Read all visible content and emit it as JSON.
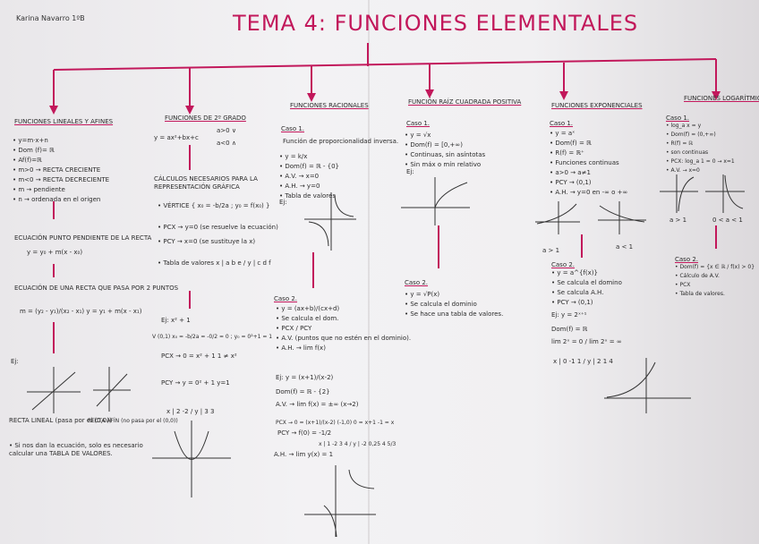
{
  "header": {
    "author": "Karina Navarro 1ºB",
    "title": "TEMA 4: FUNCIONES ELEMENTALES"
  },
  "columns": [
    {
      "heading": "FUNCIONES LINEALES Y AFINES",
      "items": [
        "y=m·x+n",
        "Dom (f)= ℝ",
        "Af(f)=ℝ",
        "m>0 → RECTA CRECIENTE",
        "m<0 → RECTA DECRECIENTE",
        "m → pendiente",
        "n → ordenada en el origen"
      ],
      "eq_title": "ECUACIÓN PUNTO PENDIENTE DE LA RECTA",
      "eq1": "y = y₀ + m(x - x₀)",
      "eq2_title": "ECUACIÓN DE UNA RECTA QUE PASA POR 2 PUNTOS",
      "eq2": "m = (y₂ - y₁)/(x₂ - x₁)   y = y₁ + m(x - x₁)",
      "ej": "Ej:",
      "label_a": "RECTA LINEAL (pasa por el (0,0))",
      "label_b": "RECTA AFÍN (no pasa por el (0,0))",
      "note": "• Si nos dan la ecuación, solo es necesario calcular una TABLA DE VALORES."
    },
    {
      "heading": "FUNCIONES DE 2º GRADO",
      "form": "y = ax²+bx+c",
      "a_pos": "a>0 ∨",
      "a_neg": "a<0 ∧",
      "calc_title": "CÁLCULOS NECESARIOS PARA LA REPRESENTACIÓN GRÁFICA",
      "vertex": "• VÉRTICE { x₀ = -b/2a ; y₀ = f(x₀) }",
      "pcx": "• PCX → y=0 (se resuelve la ecuación)",
      "pcy": "• PCY → x=0 (se sustituye la x)",
      "table": "• Tabla de valores  x | a b e / y | c d f",
      "ej": "Ej: x² + 1",
      "ej_v": "V (0,1)  x₀ = -b/2a = -0/2 = 0 ; y₀ = 0²+1 = 1",
      "ej_pcx": "PCX → 0 = x² + 1  1 ≠ x²",
      "ej_pcy": "PCY → y = 0² + 1  y=1",
      "ej_table": "x | 2 -2 / y | 3 3"
    },
    {
      "heading": "FUNCIONES RACIONALES",
      "caso1": "Caso 1.",
      "caso1_desc": "Función de proporcionalidad inversa.",
      "caso1_items": [
        "y = k/x",
        "Dom(f) = ℝ - {0}",
        "A.V. → x=0",
        "A.H. → y=0",
        "Tabla de valores"
      ],
      "ej": "Ej:",
      "caso2": "Caso 2.",
      "caso2_items": [
        "y = (ax+b)/(cx+d)",
        "Se calcula el dom.",
        "PCX / PCY",
        "A.V. (puntos que no estén en el dominio).",
        "A.H. → lim f(x)"
      ],
      "ej2": "Ej: y = (x+1)/(x-2)",
      "ej2_dom": "Dom(f) = ℝ - {2}",
      "ej2_av": "A.V. → lim f(x) = ±∞ (x→2)",
      "ej2_pcx": "PCX → 0 = (x+1)/(x-2)  (-1,0)  0 = x+1  -1 = x",
      "ej2_pcy": "PCY → f(0) = -1/2",
      "ej2_table": "x | 1 -2 3 4 / y | -2 0,25 4 5/3",
      "ej2_ah": "A.H. → lim y(x) = 1"
    },
    {
      "heading": "FUNCIÓN RAÍZ CUADRADA POSITIVA",
      "caso1": "Caso 1.",
      "caso1_items": [
        "y = √x",
        "Dom(f) = [0,+∞)",
        "Continuas, sin asíntotas",
        "Sin máx o mín relativo"
      ],
      "ej": "Ej:",
      "caso2": "Caso 2.",
      "caso2_items": [
        "y = √P(x)",
        "Se calcula el dominio",
        "Se hace una tabla de valores."
      ]
    },
    {
      "heading": "FUNCIONES EXPONENCIALES",
      "caso1": "Caso 1.",
      "caso1_items": [
        "y = aˣ",
        "Dom(f) = ℝ",
        "R(f) = ℝ⁺",
        "Funciones continuas",
        "a>0 → a≠1",
        "PCY → (0,1)",
        "A.H. → y=0 en -∞ o +∞"
      ],
      "g1": "a > 1",
      "g2": "a < 1",
      "caso2": "Caso 2.",
      "caso2_items": [
        "y = a^{f(x)}",
        "Se calcula el domino",
        "Se calcula A.H.",
        "PCY → (0,1)"
      ],
      "ej": "Ej: y = 2ˣ⁺¹",
      "ej_dom": "Dom(f) = ℝ",
      "ej_lim": "lim 2ˣ = 0 / lim 2ˣ = ∞",
      "ej_table": "x | 0 -1 1 / y | 2 1 4"
    },
    {
      "heading": "FUNCIONES LOGARÍTMICAS",
      "caso1": "Caso 1.",
      "caso1_items": [
        "log_a x = y",
        "Dom(f) = (0,+∞)",
        "R(f) = ℝ",
        "son continuas",
        "PCX: log_a 1 = 0 → x=1",
        "A.V. → x=0"
      ],
      "g1": "a > 1",
      "g2": "0 < a < 1",
      "caso2": "Caso 2.",
      "caso2_items": [
        "Dom(f) = {x ∈ ℝ / f(x) > 0}",
        "Cálculo de A.V.",
        "PCX",
        "Tabla de valores."
      ]
    }
  ]
}
